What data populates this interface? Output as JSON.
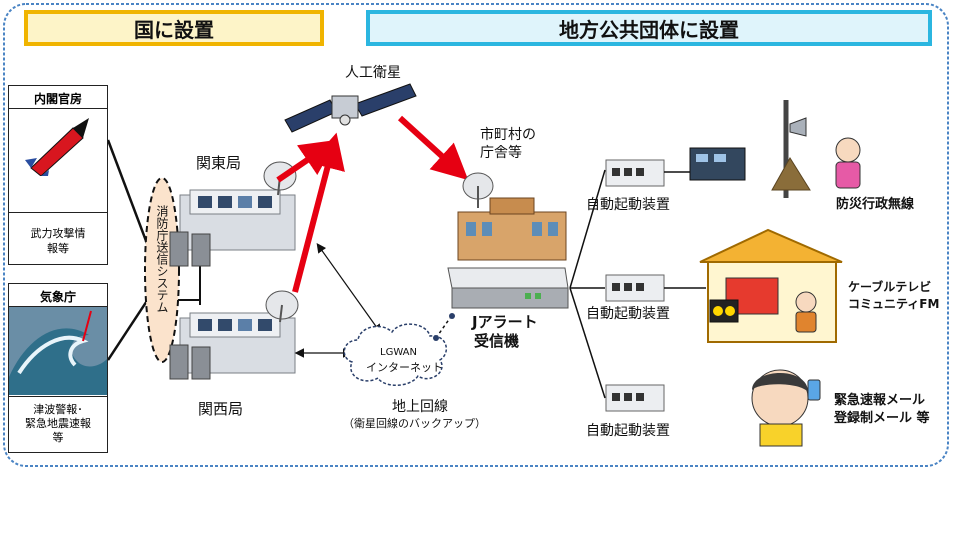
{
  "header": {
    "national": "国に設置",
    "local": "地方公共団体に設置"
  },
  "sources": {
    "cabinet": {
      "title": "内閣官房",
      "desc_lines": [
        "武力攻撃情",
        "報等"
      ]
    },
    "jma": {
      "title": "気象庁",
      "desc_lines": [
        "津波警報･",
        "緊急地震速報",
        "等"
      ]
    }
  },
  "fdma": {
    "label": "消防庁送信システム"
  },
  "stations": {
    "kanto": "関東局",
    "kansai": "関西局"
  },
  "satellite": {
    "label": "人工衛星"
  },
  "municipal": {
    "lines": [
      "市町村の",
      "庁舎等"
    ]
  },
  "receiver": {
    "lines": [
      "Jアラート",
      "受信機"
    ]
  },
  "lgwan": {
    "lines": [
      "LGWAN",
      "インターネット"
    ]
  },
  "ground": {
    "title": "地上回線",
    "subtitle": "（衛星回線のバックアップ）"
  },
  "auto_devices": [
    "自動起動装置",
    "自動起動装置",
    "自動起動装置"
  ],
  "outputs": {
    "radio": "防災行政無線",
    "cable": [
      "ケーブルテレビ",
      "コミュニティFM"
    ],
    "mail": [
      "緊急速報メール",
      "登録制メール 等"
    ]
  },
  "colors": {
    "national_border": "#f0b400",
    "local_border": "#2bb6e0",
    "signal": "#e60012"
  }
}
